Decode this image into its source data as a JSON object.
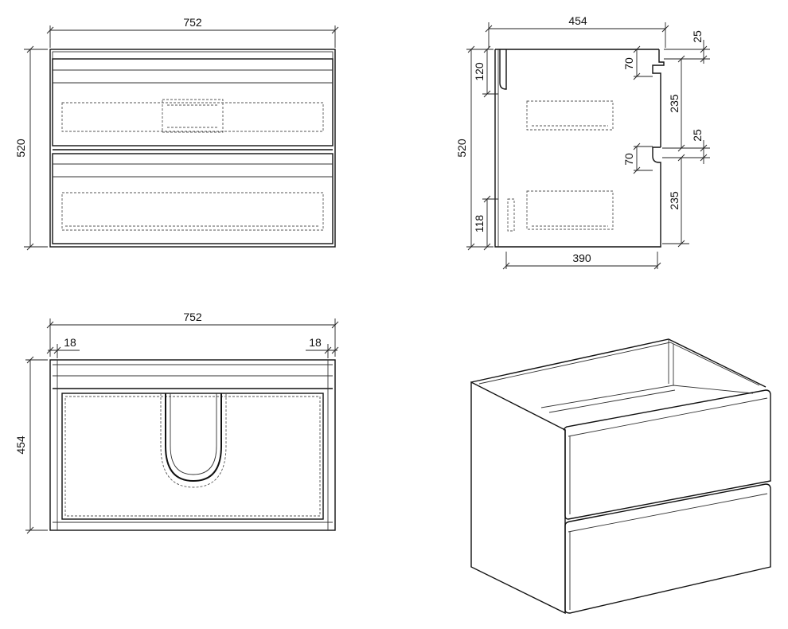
{
  "front_view": {
    "width_label": "752",
    "height_label": "520"
  },
  "side_view": {
    "depth_label": "454",
    "height_label": "520",
    "top_offset_label": "120",
    "bottom_offset_label": "118",
    "inner_depth_label": "390",
    "gap_top_label": "25",
    "gap_mid_label": "25",
    "drawer_upper_label": "235",
    "drawer_lower_label": "235",
    "handle_upper_label": "70",
    "handle_lower_label": "70"
  },
  "top_view": {
    "width_label": "752",
    "depth_label": "454",
    "left_panel_label": "18",
    "right_panel_label": "18"
  }
}
